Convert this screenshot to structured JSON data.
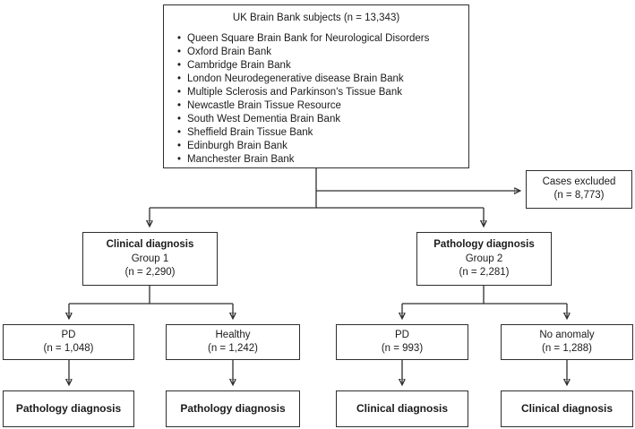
{
  "diagram": {
    "root": {
      "title": "UK Brain Bank subjects (n = 13,343)",
      "items": [
        "Queen Square Brain Bank for Neurological Disorders",
        "Oxford Brain Bank",
        "Cambridge Brain Bank",
        "London Neurodegenerative disease Brain Bank",
        "Multiple Sclerosis and Parkinson's Tissue Bank",
        "Newcastle Brain Tissue Resource",
        "South West Dementia Brain Bank",
        "Sheffield Brain Tissue Bank",
        "Edinburgh Brain Bank",
        "Manchester Brain Bank"
      ]
    },
    "excluded": {
      "line1": "Cases excluded",
      "line2": "(n = 8,773)"
    },
    "group1": {
      "title": "Clinical diagnosis",
      "subtitle": "Group 1",
      "count": "(n = 2,290)"
    },
    "group2": {
      "title": "Pathology diagnosis",
      "subtitle": "Group 2",
      "count": "(n = 2,281)"
    },
    "group1_pd": {
      "label": "PD",
      "count": "(n = 1,048)"
    },
    "group1_healthy": {
      "label": "Healthy",
      "count": "(n = 1,242)"
    },
    "group2_pd": {
      "label": "PD",
      "count": "(n = 993)"
    },
    "group2_noanomaly": {
      "label": "No anomaly",
      "count": "(n = 1,288)"
    },
    "outcome_group1_pd": "Pathology diagnosis",
    "outcome_group1_healthy": "Pathology diagnosis",
    "outcome_group2_pd": "Clinical diagnosis",
    "outcome_group2_noanomaly": "Clinical diagnosis"
  },
  "colors": {
    "line": "#2e2e2e",
    "text": "#1b1b1b",
    "background": "#ffffff"
  }
}
